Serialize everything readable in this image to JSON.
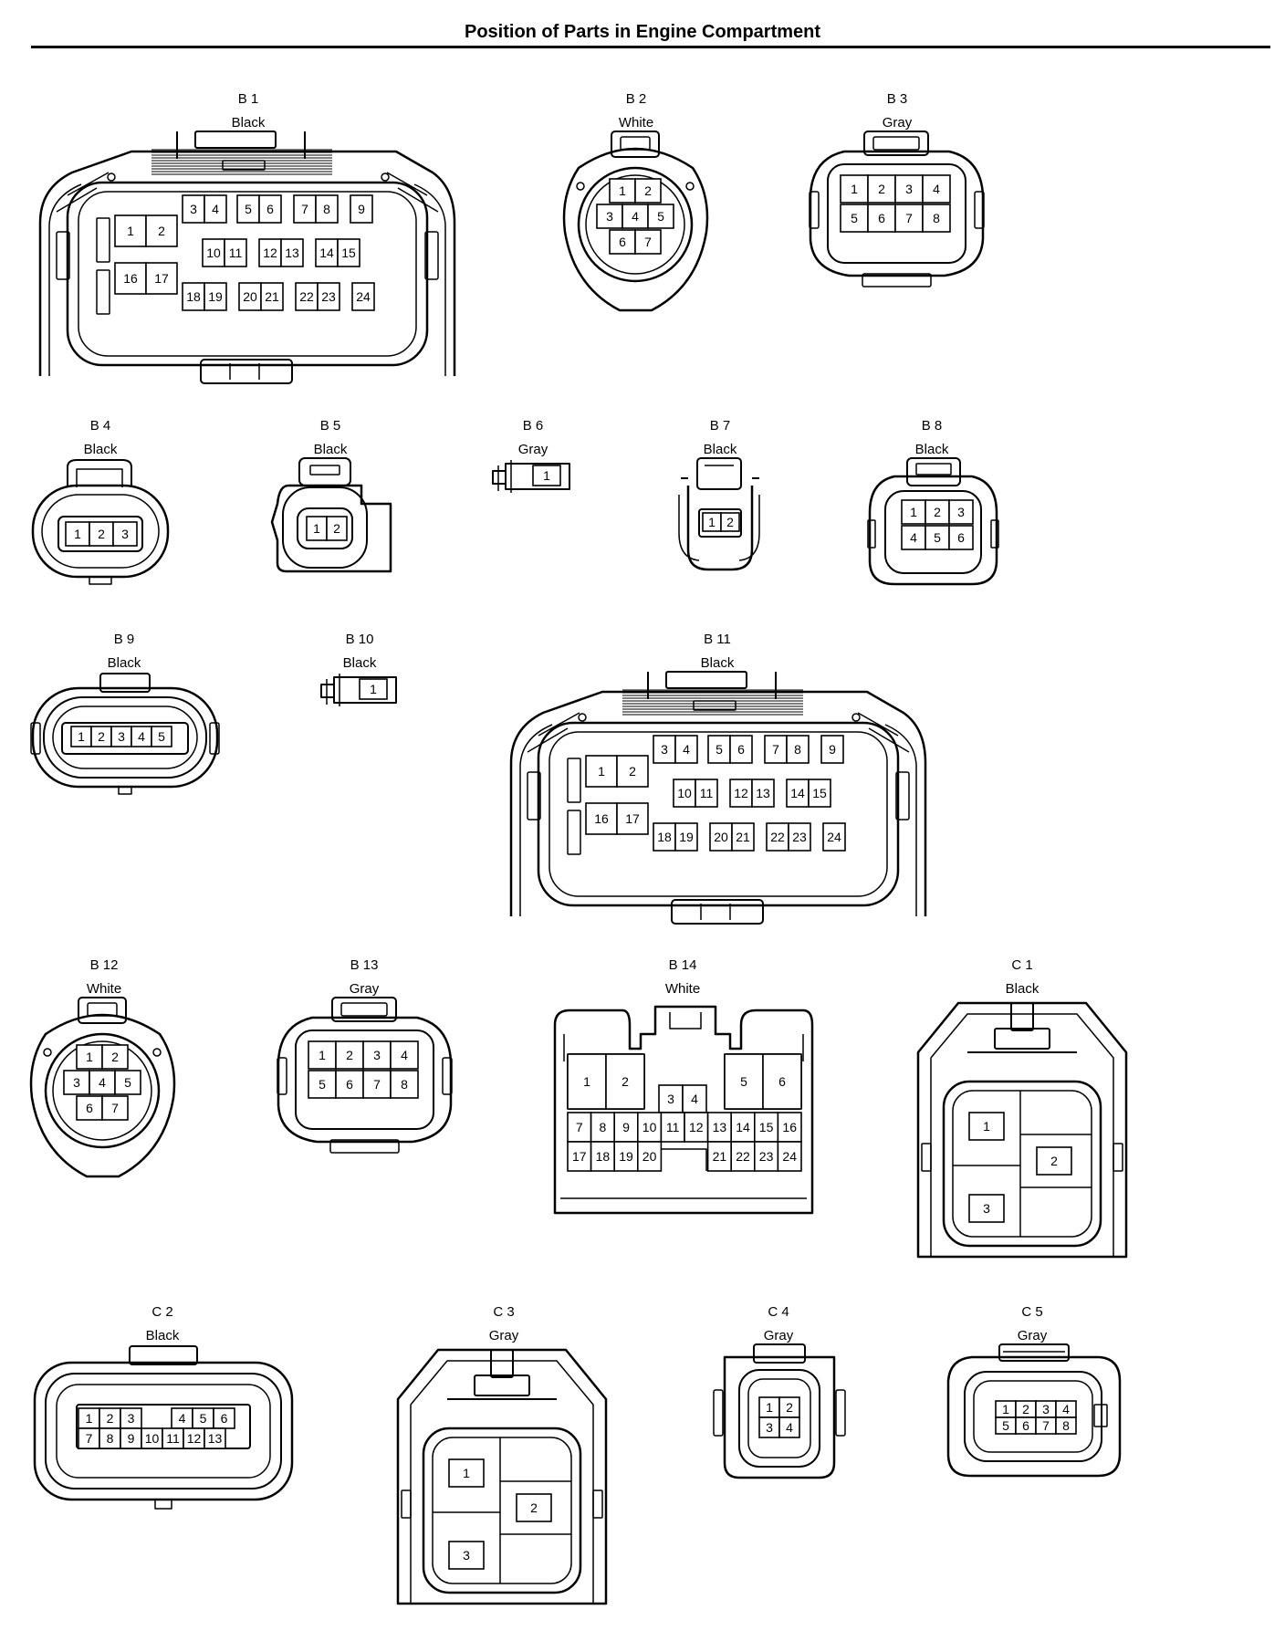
{
  "title": "Position of Parts in Engine Compartment",
  "connectors": [
    {
      "id": "B 1",
      "color": "Black"
    },
    {
      "id": "B 2",
      "color": "White"
    },
    {
      "id": "B 3",
      "color": "Gray"
    },
    {
      "id": "B 4",
      "color": "Black"
    },
    {
      "id": "B 5",
      "color": "Black"
    },
    {
      "id": "B 6",
      "color": "Gray"
    },
    {
      "id": "B 7",
      "color": "Black"
    },
    {
      "id": "B 8",
      "color": "Black"
    },
    {
      "id": "B 9",
      "color": "Black"
    },
    {
      "id": "B 10",
      "color": "Black"
    },
    {
      "id": "B 11",
      "color": "Black"
    },
    {
      "id": "B 12",
      "color": "White"
    },
    {
      "id": "B 13",
      "color": "Gray"
    },
    {
      "id": "B 14",
      "color": "White"
    },
    {
      "id": "C 1",
      "color": "Black"
    },
    {
      "id": "C 2",
      "color": "Black"
    },
    {
      "id": "C 3",
      "color": "Gray"
    },
    {
      "id": "C 4",
      "color": "Gray"
    },
    {
      "id": "C 5",
      "color": "Gray"
    }
  ]
}
